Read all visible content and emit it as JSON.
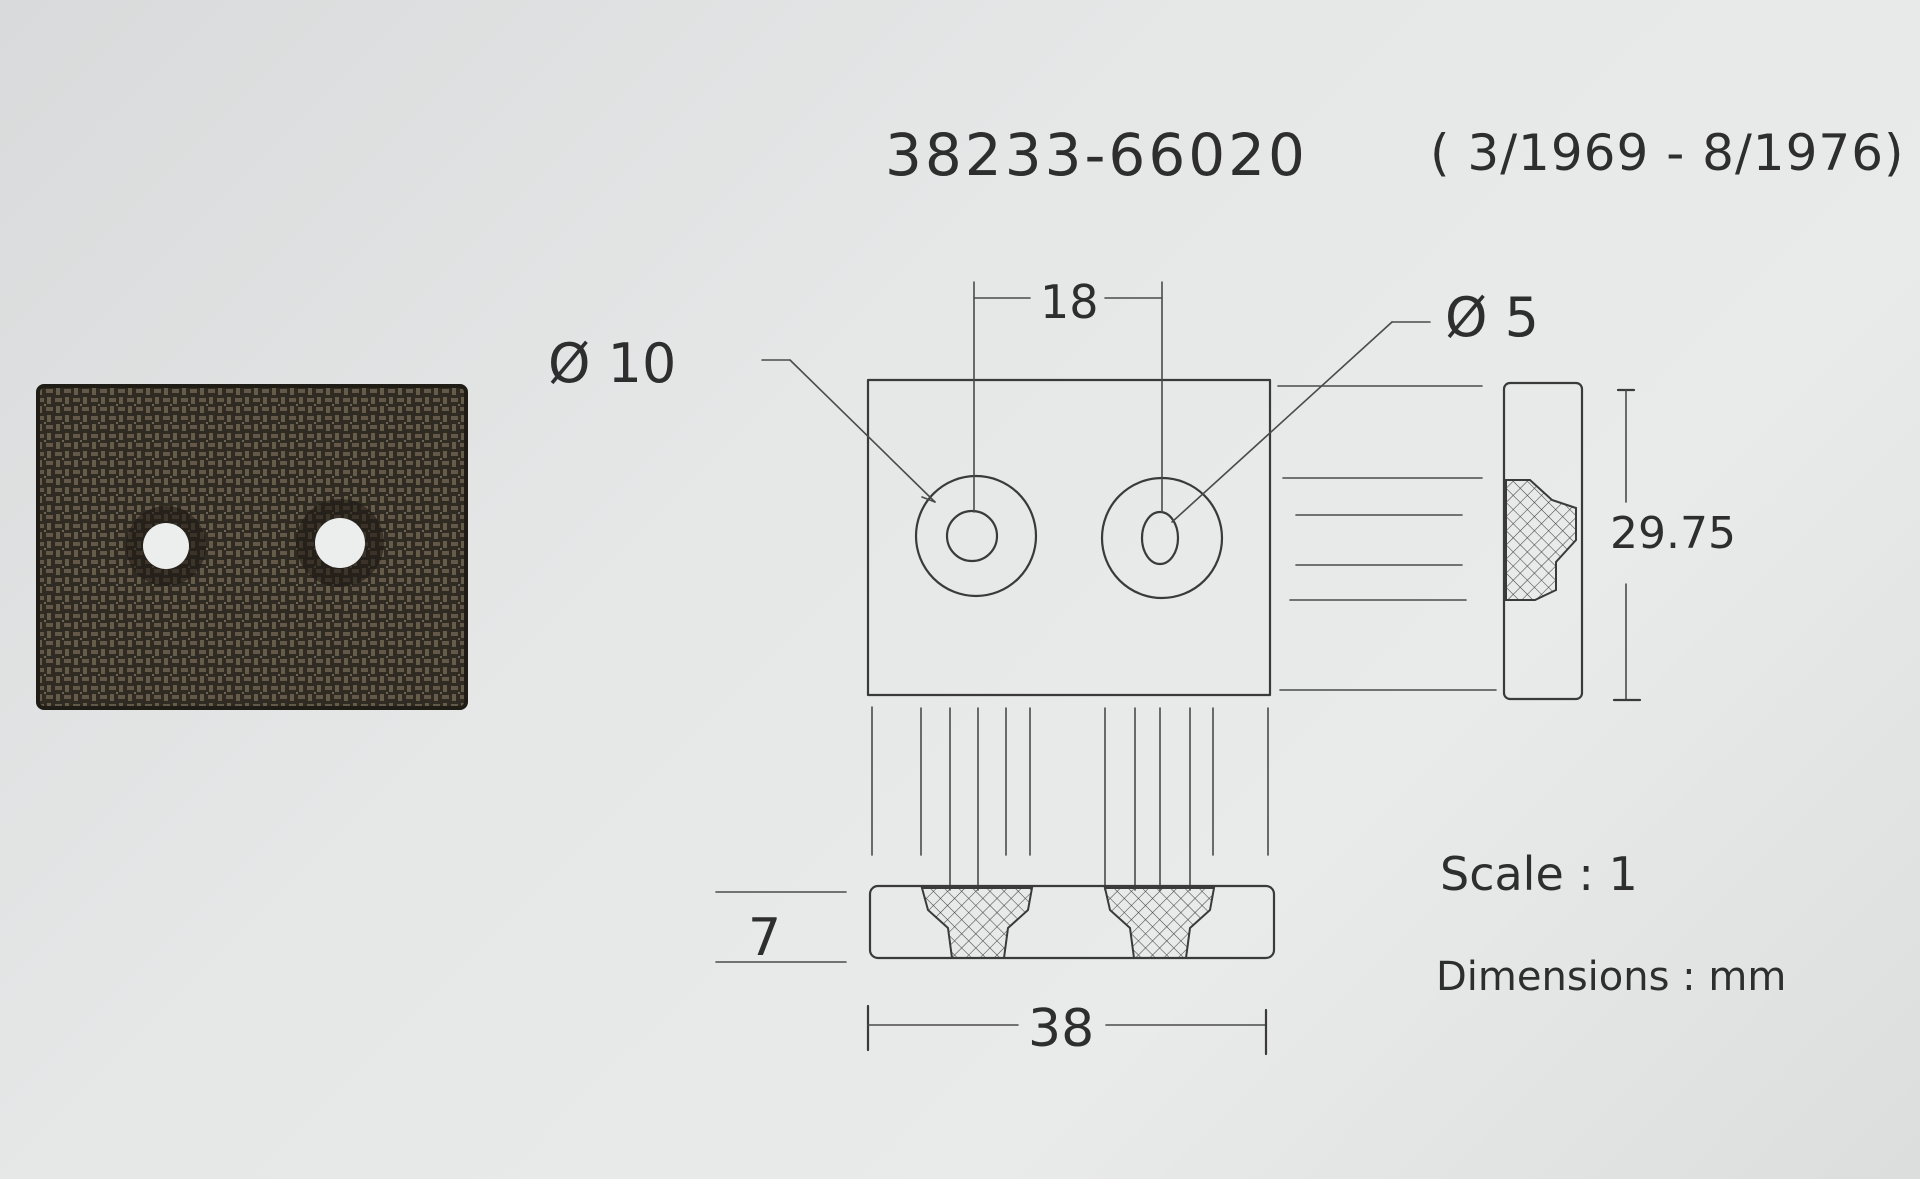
{
  "part_number": "38233-66020",
  "production_range": "( 3/1969 - 8/1976)",
  "dimensions": {
    "large_hole": "Ø 10",
    "small_hole": "Ø 5",
    "hole_spacing": "18",
    "height": "29.75",
    "thickness": "7",
    "width": "38"
  },
  "notes": {
    "scale": "Scale : 1",
    "units": "Dimensions : mm"
  },
  "colors": {
    "paper": "#e6e8e8",
    "pencil": "#3a3a3a",
    "part_body": "#2f2a22",
    "part_weave": "#7a6e5a"
  }
}
